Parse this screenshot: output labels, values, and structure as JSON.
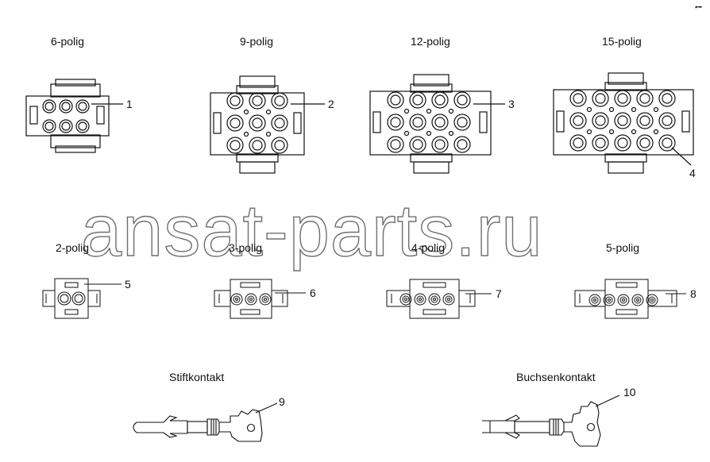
{
  "labels": {
    "pol6": "6-polig",
    "pol9": "9-polig",
    "pol12": "12-polig",
    "pol15": "15-polig",
    "pol2": "2-polig",
    "pol3": "3-polig",
    "pol4": "4-polig",
    "pol5": "5-polig",
    "pin_contact": "Stiftkontakt",
    "socket_contact": "Buchsenkontakt"
  },
  "callouts": {
    "c1": "1",
    "c2": "2",
    "c3": "3",
    "c4": "4",
    "c5": "5",
    "c6": "6",
    "c7": "7",
    "c8": "8",
    "c9": "9",
    "c10": "10"
  },
  "watermark": "ansat-parts.ru"
}
